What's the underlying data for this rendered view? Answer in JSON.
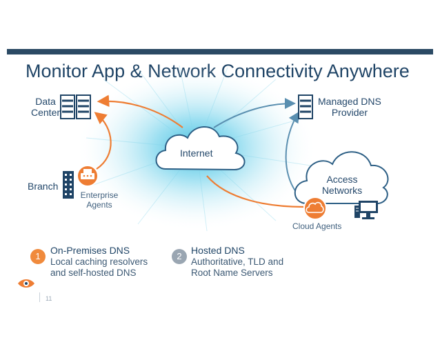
{
  "slide": {
    "title": "Monitor App & Network Connectivity Anywhere",
    "page_number": "11"
  },
  "nodes": {
    "data_center": {
      "line1": "Data",
      "line2": "Center"
    },
    "branch": "Branch",
    "enterprise_agents": {
      "line1": "Enterprise",
      "line2": "Agents"
    },
    "internet": "Internet",
    "managed_dns": {
      "line1": "Managed DNS",
      "line2": "Provider"
    },
    "access_networks": {
      "line1": "Access",
      "line2": "Networks"
    },
    "cloud_agents": "Cloud Agents"
  },
  "legend": [
    {
      "number": "1",
      "title": "On-Premises DNS",
      "line1": "Local caching resolvers",
      "line2": "and self-hosted DNS",
      "color": "#f08a3c"
    },
    {
      "number": "2",
      "title": "Hosted DNS",
      "line1": "Authoritative, TLD and",
      "line2": "Root Name Servers",
      "color": "#9aa6b2"
    }
  ],
  "colors": {
    "orange": "#ee7d33",
    "blue_dark": "#1f4466",
    "glow": "#1fb1d8"
  }
}
